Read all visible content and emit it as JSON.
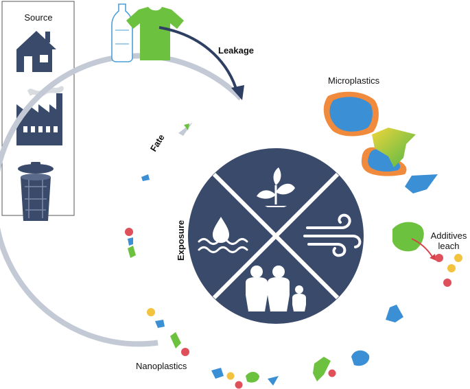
{
  "source_panel": {
    "title": "Source"
  },
  "labels": {
    "leakage": "Leakage",
    "microplastics": "Microplastics",
    "additives_line1": "Additives",
    "additives_line2": "leach",
    "nanoplastics": "Nanoplastics",
    "fate": "Fate",
    "exposure": "Exposure"
  },
  "colors": {
    "ring": "#c3cad6",
    "navy": "#3a4a6b",
    "leak_arrow": "#2e3f63",
    "green": "#6cc23f",
    "blue": "#3b8fd4",
    "orange": "#f08a3c",
    "red_dot": "#e0505a",
    "yellow_dot": "#f3c340",
    "additive_arrow": "#d9424a"
  },
  "icons": {
    "source": [
      "house-icon",
      "factory-icon",
      "trash-can-icon"
    ],
    "product": [
      "bottle-icon",
      "tshirt-icon"
    ],
    "exposure_quadrants": [
      "plant-icon",
      "wind-icon",
      "people-icon",
      "water-drop-icon"
    ]
  }
}
